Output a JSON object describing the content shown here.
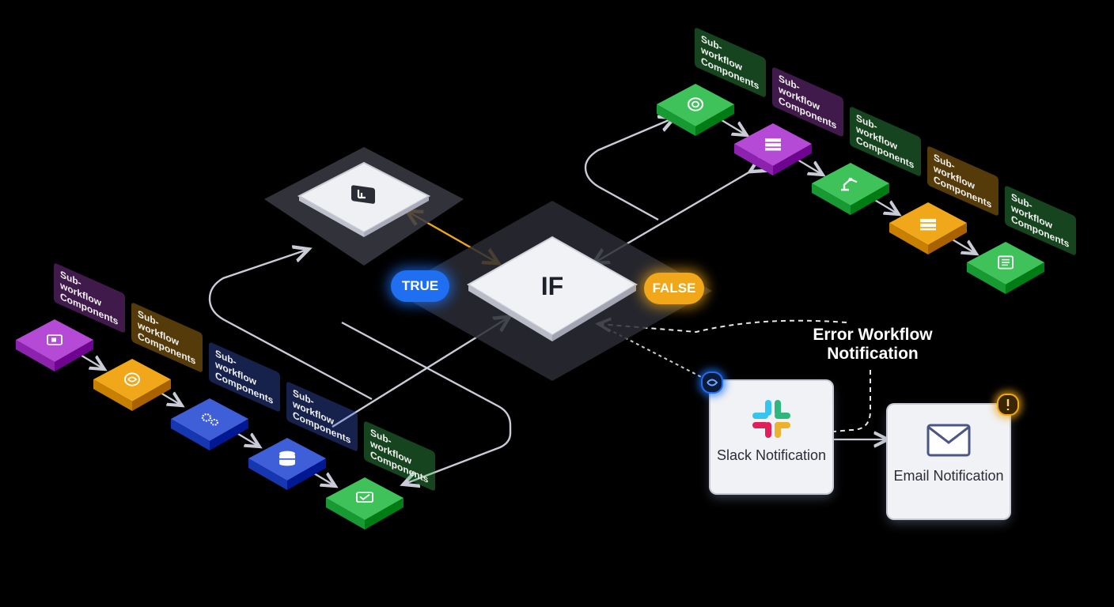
{
  "condition": {
    "label": "IF",
    "true_label": "TRUE",
    "false_label": "FALSE"
  },
  "subworkflow_tag": "Sub-workflow Components",
  "left_chain": [
    {
      "icon": "puzzle-icon",
      "color": "#b44ad6"
    },
    {
      "icon": "swirl-icon",
      "color": "#f0a81a"
    },
    {
      "icon": "gears-icon",
      "color": "#3f5fd9"
    },
    {
      "icon": "database-icon",
      "color": "#3f5fd9"
    },
    {
      "icon": "monitor-icon",
      "color": "#3fc25a"
    }
  ],
  "right_chain": [
    {
      "icon": "settings-ring-icon",
      "color": "#3fc25a"
    },
    {
      "icon": "server-rack-icon",
      "color": "#b44ad6"
    },
    {
      "icon": "robot-arm-icon",
      "color": "#3fc25a"
    },
    {
      "icon": "folder-stack-icon",
      "color": "#f0a81a"
    },
    {
      "icon": "document-icon",
      "color": "#3fc25a"
    }
  ],
  "error_workflow": {
    "annotation": "Error Workflow Notification",
    "slack": "Slack Notification",
    "email": "Email Notification"
  },
  "colors": {
    "true": "#1f6ff0",
    "false": "#f0a81a",
    "connector": "#c9ccd6",
    "accent_link": "#f0a81a"
  }
}
